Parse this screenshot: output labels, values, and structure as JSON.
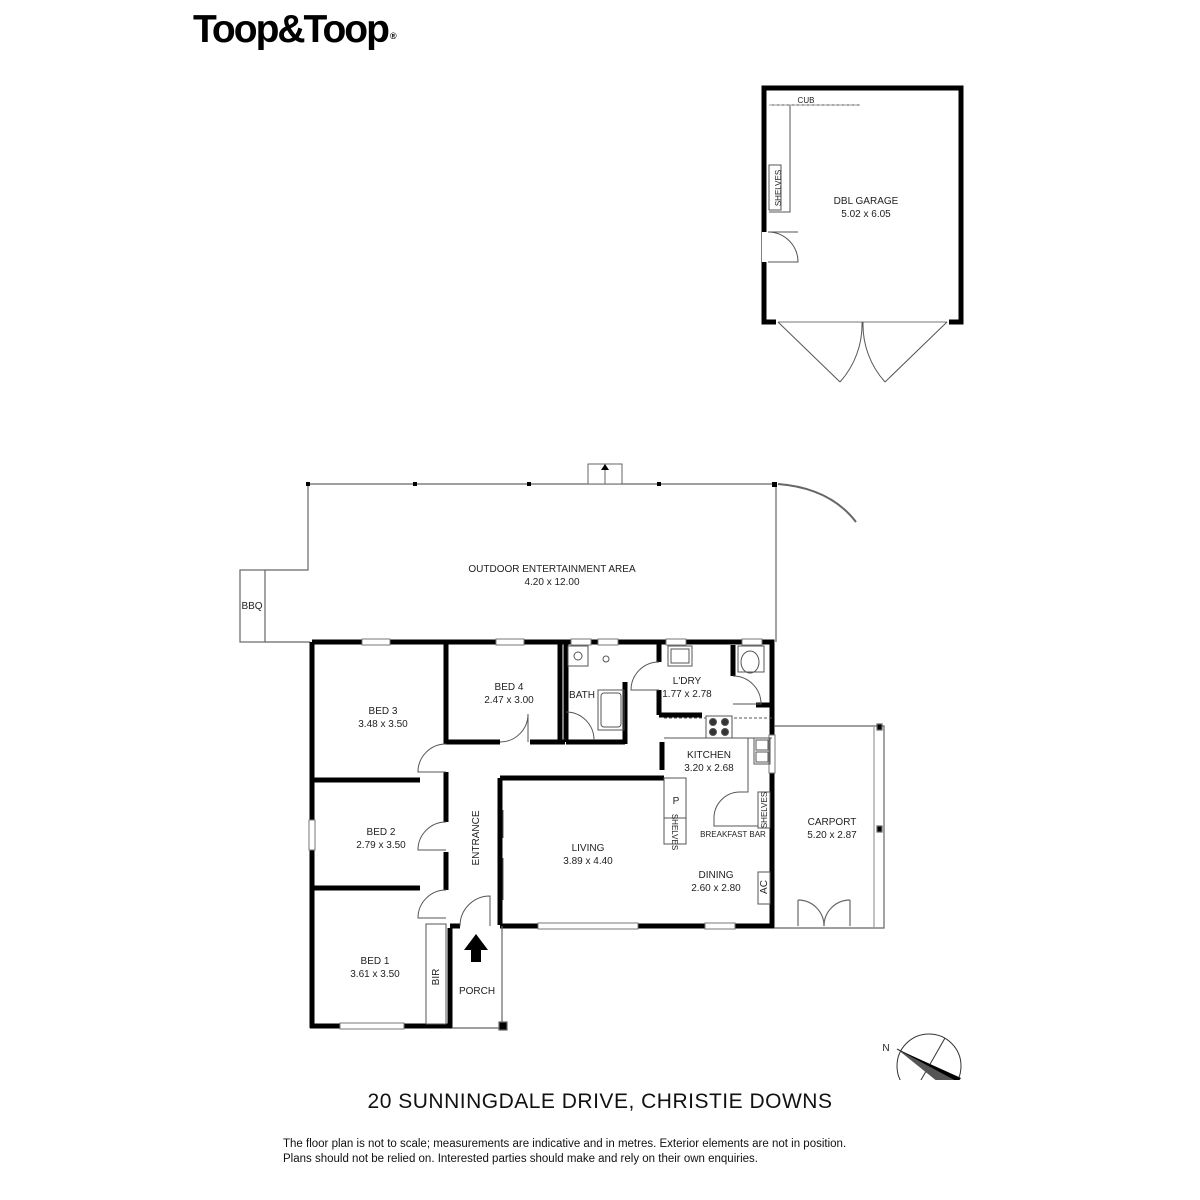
{
  "brand": {
    "name": "Toop&Toop",
    "mark": "®"
  },
  "address": "20 SUNNINGDALE DRIVE, CHRISTIE DOWNS",
  "disclaimer": {
    "line1": "The floor plan is not to scale; measurements are indicative and in metres. Exterior elements are not in position.",
    "line2": "Plans should not be relied on. Interested parties should make and rely on their own enquiries."
  },
  "rooms": {
    "garage": {
      "name": "DBL GARAGE",
      "size": "5.02 x 6.05"
    },
    "outdoor": {
      "name": "OUTDOOR ENTERTAINMENT AREA",
      "size": "4.20 x 12.00"
    },
    "bed3": {
      "name": "BED 3",
      "size": "3.48 x 3.50"
    },
    "bed4": {
      "name": "BED 4",
      "size": "2.47 x 3.00"
    },
    "bath": {
      "name": "BATH"
    },
    "laundry": {
      "name": "L'DRY",
      "size": "1.77 x 2.78"
    },
    "kitchen": {
      "name": "KITCHEN",
      "size": "3.20 x 2.68"
    },
    "bed2": {
      "name": "BED 2",
      "size": "2.79 x 3.50"
    },
    "entrance": {
      "name": "ENTRANCE"
    },
    "living": {
      "name": "LIVING",
      "size": "3.89 x 4.40"
    },
    "dining": {
      "name": "DINING",
      "size": "2.60 x 2.80"
    },
    "carport": {
      "name": "CARPORT",
      "size": "5.20 x 2.87"
    },
    "bed1": {
      "name": "BED 1",
      "size": "3.61 x 3.50"
    },
    "porch": {
      "name": "PORCH"
    }
  },
  "fixtures": {
    "cub": "CUB",
    "garage_shelves": "SHELVES",
    "bbq": "BBQ",
    "pantry": "P",
    "pantry_shelves": "SHELVES",
    "kitchen_shelves": "SHELVES",
    "breakfast_bar": "BREAKFAST BAR",
    "ac": "AC",
    "bir": "BIR"
  },
  "compass": {
    "north": "N"
  }
}
